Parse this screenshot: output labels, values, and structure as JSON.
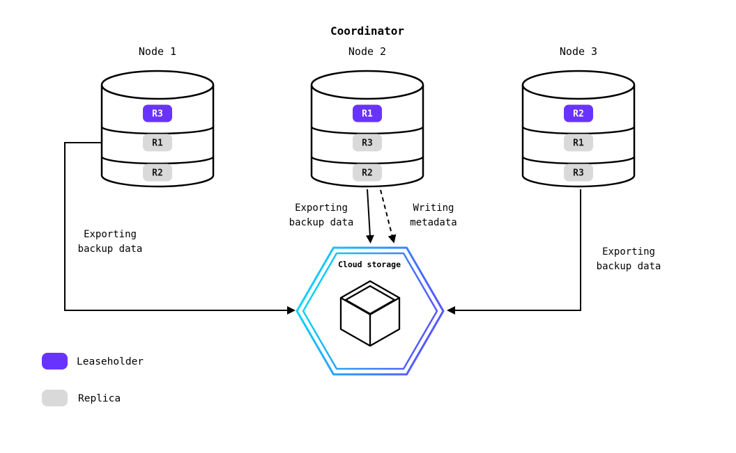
{
  "title": "Coordinator",
  "colors": {
    "leaseholder": "#6933ff",
    "replica": "#d9d9d9",
    "hex_gradient_start": "#00e5f6",
    "hex_gradient_end": "#5558ff",
    "arrow": "#000000"
  },
  "nodes": [
    {
      "label": "Node 1",
      "replicas": [
        {
          "label": "R3",
          "type": "leaseholder"
        },
        {
          "label": "R1",
          "type": "replica"
        },
        {
          "label": "R2",
          "type": "replica"
        }
      ]
    },
    {
      "label": "Node 2",
      "replicas": [
        {
          "label": "R1",
          "type": "leaseholder"
        },
        {
          "label": "R3",
          "type": "replica"
        },
        {
          "label": "R2",
          "type": "replica"
        }
      ]
    },
    {
      "label": "Node 3",
      "replicas": [
        {
          "label": "R2",
          "type": "leaseholder"
        },
        {
          "label": "R1",
          "type": "replica"
        },
        {
          "label": "R3",
          "type": "replica"
        }
      ]
    }
  ],
  "cloud_storage": {
    "label": "Cloud storage"
  },
  "edge_labels": {
    "node1_export": {
      "lines": [
        "Exporting",
        "backup data"
      ]
    },
    "node2_export": {
      "lines": [
        "Exporting",
        "backup data"
      ]
    },
    "node2_metadata": {
      "lines": [
        "Writing",
        "metadata"
      ]
    },
    "node3_export": {
      "lines": [
        "Exporting",
        "backup data"
      ]
    }
  },
  "legend": {
    "leaseholder": {
      "label": "Leaseholder"
    },
    "replica": {
      "label": "Replica"
    }
  }
}
